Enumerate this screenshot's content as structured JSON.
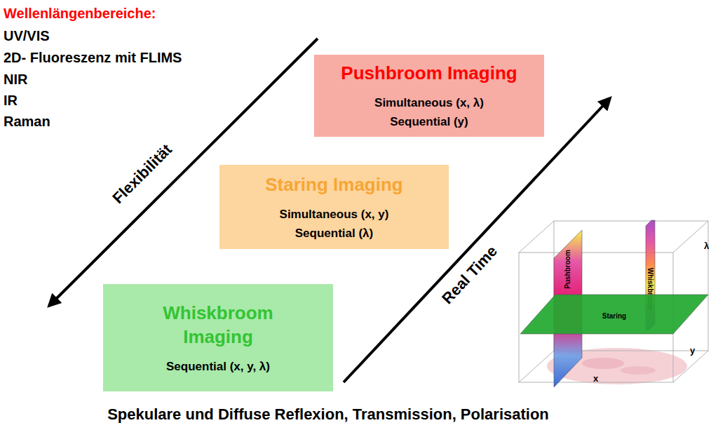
{
  "diagram": {
    "caption": "Spekulare und Diffuse Reflexion, Transmission, Polarisation",
    "nodes": [
      {
        "text": [
          "Pushbroom Imaging",
          "Simultaneous (x, λ)",
          "Sequential (y)"
        ]
      },
      {
        "text": [
          "Staring Imaging",
          "Simultaneous (x, y)",
          "Sequential (λ)"
        ]
      },
      {
        "text": [
          "Whiskbroom Imaging",
          "Sequential (x, y, λ)"
        ]
      },
      {
        "text": [
          "Pushbroom"
        ]
      },
      {
        "text": [
          "Whiskbroom"
        ]
      },
      {
        "text": [
          "Staring"
        ]
      }
    ],
    "labels": [
      "Wellenlängenbereiche:",
      "UV/VIS",
      "2D- Fluoreszenz mit FLIMS",
      "NIR",
      "IR",
      "Raman",
      "Flexibilität",
      "Real Time",
      "λ",
      "y",
      "x"
    ]
  }
}
